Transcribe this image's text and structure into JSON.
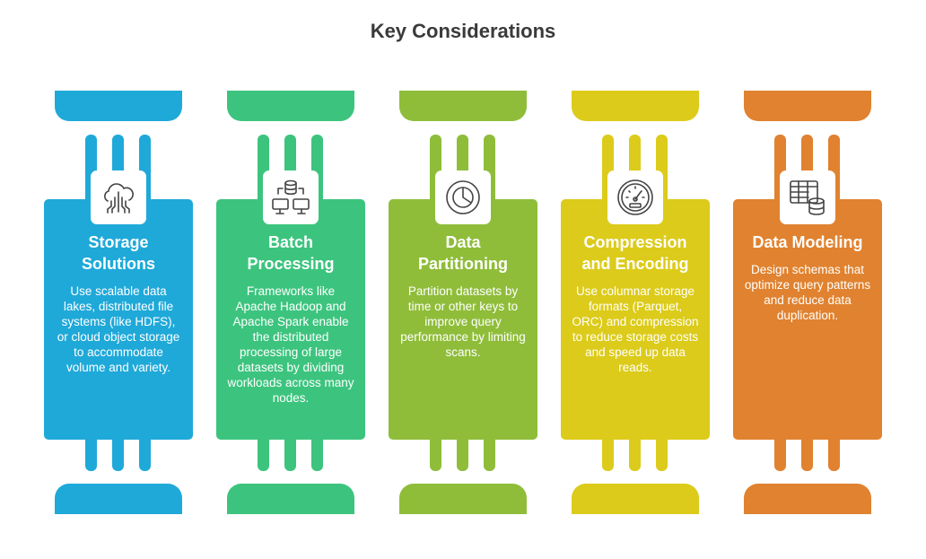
{
  "title": "Key Considerations",
  "columns": [
    {
      "heading": "Storage Solutions",
      "body": "Use scalable data lakes, distributed file systems (like HDFS), or cloud object storage to accommodate volume and variety.",
      "icon": "cloud-circuit-icon",
      "color": "#1fa9d9"
    },
    {
      "heading": "Batch Processing",
      "body": "Frameworks like Apache Hadoop and Apache Spark enable the distributed processing of large datasets by dividing workloads across many nodes.",
      "icon": "database-network-icon",
      "color": "#3cc47e"
    },
    {
      "heading": "Data Partitioning",
      "body": "Partition datasets by time or other keys to improve query performance by limiting scans.",
      "icon": "pie-chart-icon",
      "color": "#8fbd3a"
    },
    {
      "heading": "Compression and Encoding",
      "body": "Use columnar storage formats (Parquet, ORC) and compression to reduce storage costs and speed up data reads.",
      "icon": "gauge-icon",
      "color": "#dccb1a"
    },
    {
      "heading": "Data Modeling",
      "body": "Design schemas that optimize query patterns and reduce data duplication.",
      "icon": "table-database-icon",
      "color": "#e0822f"
    }
  ]
}
